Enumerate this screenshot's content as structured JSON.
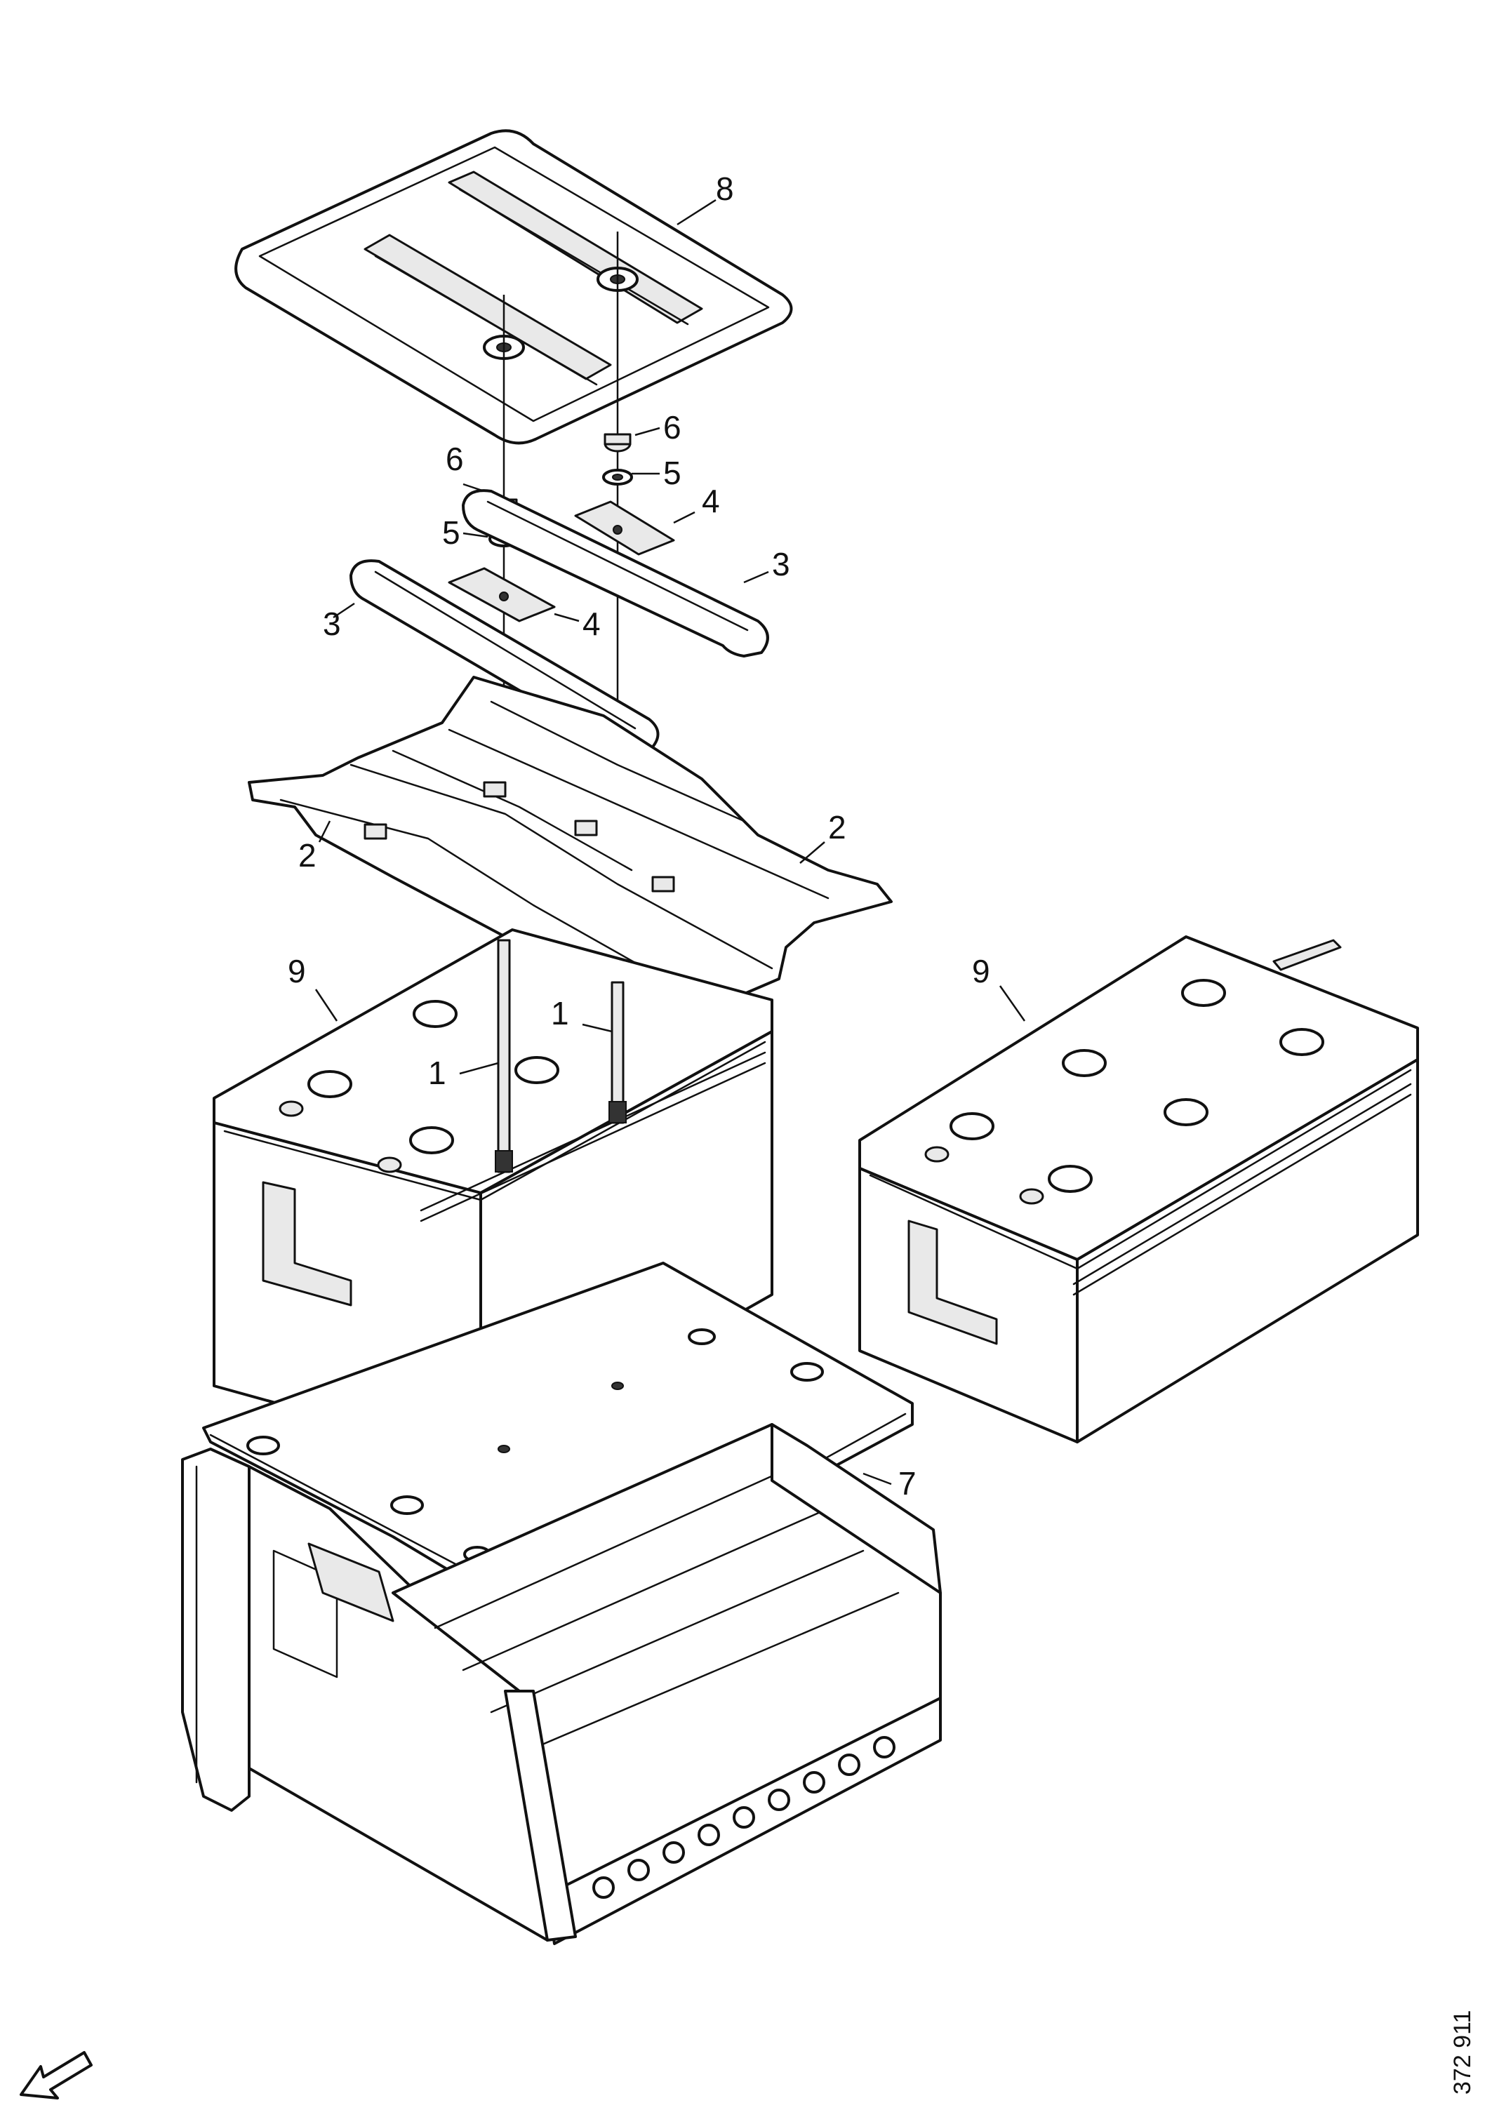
{
  "drawing": {
    "document_number": "372 911",
    "callouts": {
      "c1a": "1",
      "c1b": "1",
      "c2a": "2",
      "c2b": "2",
      "c3a": "3",
      "c3b": "3",
      "c4a": "4",
      "c4b": "4",
      "c5a": "5",
      "c5b": "5",
      "c6a": "6",
      "c6b": "6",
      "c7": "7",
      "c8": "8",
      "c9a": "9",
      "c9b": "9"
    },
    "direction_arrow_icon": "arrow-down-left-icon"
  }
}
